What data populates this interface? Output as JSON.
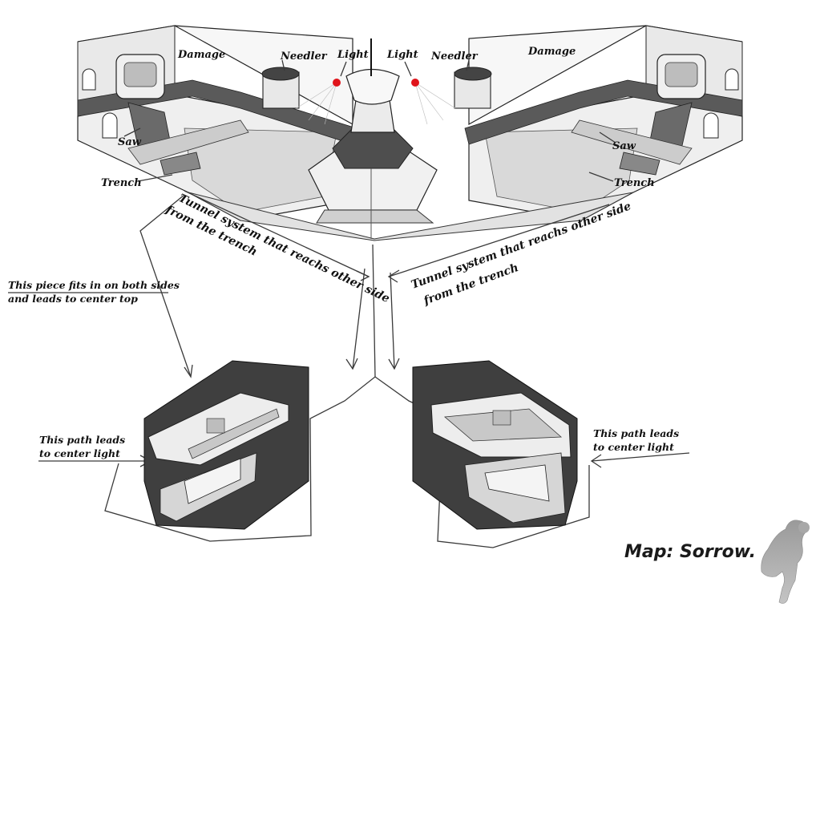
{
  "labels": {
    "damage": "Damage",
    "needler": "Needler",
    "light": "Light",
    "saw": "Saw",
    "trench": "Trench",
    "tunnel_line1": "Tunnel system that reachs other side",
    "tunnel_line2": "from the trench",
    "piece_line1": "This piece fits in on both sides",
    "piece_line2": "and leads to center top",
    "path_line1": "This path leads",
    "path_line2": "to center light"
  },
  "title": "Map: Sorrow.",
  "colors": {
    "light_marker": "#e0141b",
    "ink": "#111111",
    "wall_dark": "#555555",
    "floor_light": "#e6e6e6"
  }
}
